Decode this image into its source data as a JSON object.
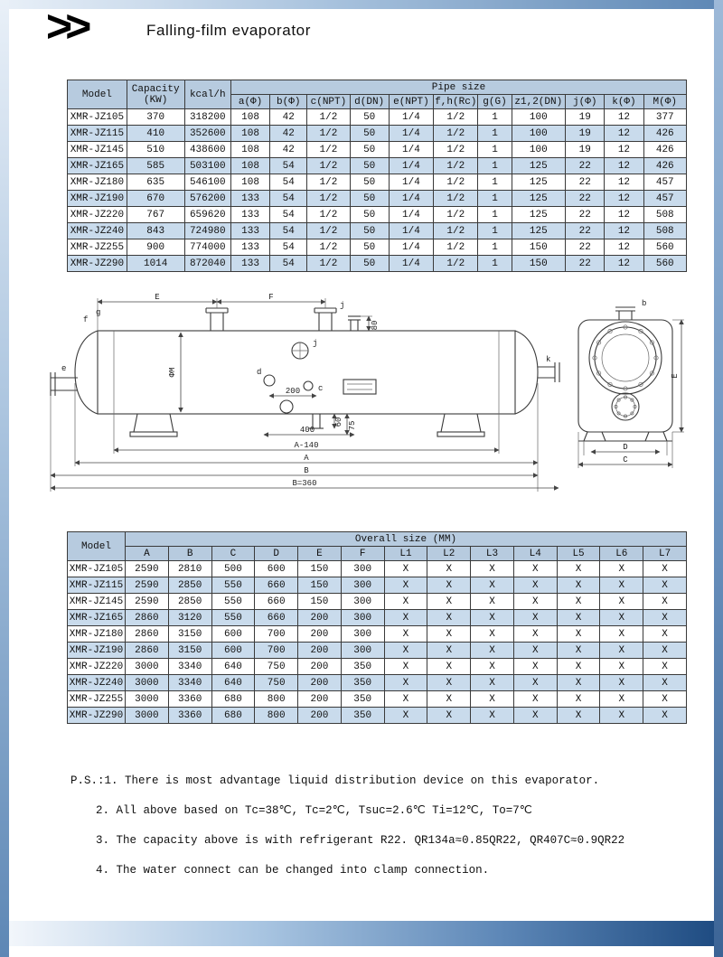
{
  "page": {
    "logo": ">>",
    "title": "Falling-film evaporator"
  },
  "pipe_table": {
    "title": "Pipe size",
    "col_model": "Model",
    "col_capacity_1": "Capacity",
    "col_capacity_2": "(KW)",
    "col_kcal": "kcal/h",
    "columns": [
      "a(Φ)",
      "b(Φ)",
      "c(NPT)",
      "d(DN)",
      "e(NPT)",
      "f,h(Rc)",
      "g(G)",
      "z1,2(DN)",
      "j(Φ)",
      "k(Φ)",
      "M(Φ)"
    ],
    "rows": [
      [
        "XMR-JZ105",
        "370",
        "318200",
        "108",
        "42",
        "1/2",
        "50",
        "1/4",
        "1/2",
        "1",
        "100",
        "19",
        "12",
        "377"
      ],
      [
        "XMR-JZ115",
        "410",
        "352600",
        "108",
        "42",
        "1/2",
        "50",
        "1/4",
        "1/2",
        "1",
        "100",
        "19",
        "12",
        "426"
      ],
      [
        "XMR-JZ145",
        "510",
        "438600",
        "108",
        "42",
        "1/2",
        "50",
        "1/4",
        "1/2",
        "1",
        "100",
        "19",
        "12",
        "426"
      ],
      [
        "XMR-JZ165",
        "585",
        "503100",
        "108",
        "54",
        "1/2",
        "50",
        "1/4",
        "1/2",
        "1",
        "125",
        "22",
        "12",
        "426"
      ],
      [
        "XMR-JZ180",
        "635",
        "546100",
        "108",
        "54",
        "1/2",
        "50",
        "1/4",
        "1/2",
        "1",
        "125",
        "22",
        "12",
        "457"
      ],
      [
        "XMR-JZ190",
        "670",
        "576200",
        "133",
        "54",
        "1/2",
        "50",
        "1/4",
        "1/2",
        "1",
        "125",
        "22",
        "12",
        "457"
      ],
      [
        "XMR-JZ220",
        "767",
        "659620",
        "133",
        "54",
        "1/2",
        "50",
        "1/4",
        "1/2",
        "1",
        "125",
        "22",
        "12",
        "508"
      ],
      [
        "XMR-JZ240",
        "843",
        "724980",
        "133",
        "54",
        "1/2",
        "50",
        "1/4",
        "1/2",
        "1",
        "125",
        "22",
        "12",
        "508"
      ],
      [
        "XMR-JZ255",
        "900",
        "774000",
        "133",
        "54",
        "1/2",
        "50",
        "1/4",
        "1/2",
        "1",
        "150",
        "22",
        "12",
        "560"
      ],
      [
        "XMR-JZ290",
        "1014",
        "872040",
        "133",
        "54",
        "1/2",
        "50",
        "1/4",
        "1/2",
        "1",
        "150",
        "22",
        "12",
        "560"
      ]
    ]
  },
  "size_table": {
    "title": "Overall size (MM)",
    "col_model": "Model",
    "columns": [
      "A",
      "B",
      "C",
      "D",
      "E",
      "F",
      "L1",
      "L2",
      "L3",
      "L4",
      "L5",
      "L6",
      "L7"
    ],
    "rows": [
      [
        "XMR-JZ105",
        "2590",
        "2810",
        "500",
        "600",
        "150",
        "300",
        "X",
        "X",
        "X",
        "X",
        "X",
        "X",
        "X"
      ],
      [
        "XMR-JZ115",
        "2590",
        "2850",
        "550",
        "660",
        "150",
        "300",
        "X",
        "X",
        "X",
        "X",
        "X",
        "X",
        "X"
      ],
      [
        "XMR-JZ145",
        "2590",
        "2850",
        "550",
        "660",
        "150",
        "300",
        "X",
        "X",
        "X",
        "X",
        "X",
        "X",
        "X"
      ],
      [
        "XMR-JZ165",
        "2860",
        "3120",
        "550",
        "660",
        "200",
        "300",
        "X",
        "X",
        "X",
        "X",
        "X",
        "X",
        "X"
      ],
      [
        "XMR-JZ180",
        "2860",
        "3150",
        "600",
        "700",
        "200",
        "300",
        "X",
        "X",
        "X",
        "X",
        "X",
        "X",
        "X"
      ],
      [
        "XMR-JZ190",
        "2860",
        "3150",
        "600",
        "700",
        "200",
        "300",
        "X",
        "X",
        "X",
        "X",
        "X",
        "X",
        "X"
      ],
      [
        "XMR-JZ220",
        "3000",
        "3340",
        "640",
        "750",
        "200",
        "350",
        "X",
        "X",
        "X",
        "X",
        "X",
        "X",
        "X"
      ],
      [
        "XMR-JZ240",
        "3000",
        "3340",
        "640",
        "750",
        "200",
        "350",
        "X",
        "X",
        "X",
        "X",
        "X",
        "X",
        "X"
      ],
      [
        "XMR-JZ255",
        "3000",
        "3360",
        "680",
        "800",
        "200",
        "350",
        "X",
        "X",
        "X",
        "X",
        "X",
        "X",
        "X"
      ],
      [
        "XMR-JZ290",
        "3000",
        "3360",
        "680",
        "800",
        "200",
        "350",
        "X",
        "X",
        "X",
        "X",
        "X",
        "X",
        "X"
      ]
    ]
  },
  "drawing": {
    "dim_E": "E",
    "dim_F": "F",
    "dim_80": "80",
    "dim_phiM": "ΦM",
    "dim_200": "200",
    "dim_400": "400",
    "dim_60": "60",
    "dim_75": "75",
    "dim_A140": "A-140",
    "dim_A": "A",
    "dim_B": "B",
    "dim_B360": "B=360",
    "lbl_f": "f",
    "lbl_g": "g",
    "lbl_j_top": "j",
    "lbl_j_mid": "j",
    "lbl_c": "c",
    "lbl_d": "d",
    "lbl_e": "e",
    "lbl_k": "k",
    "lbl_b": "b",
    "end_dim_C": "C",
    "end_dim_D": "D",
    "end_dim_E": "E"
  },
  "notes": {
    "lines": [
      "P.S.:1. There is most advantage liquid distribution device on this evaporator.",
      "2. All above based on Tc=38℃, Tc=2℃, Tsuc=2.6℃ Ti=12℃, To=7℃",
      "3. The capacity above is with refrigerant R22. QR134a≈0.85QR22, QR407C≈0.9QR22",
      "4. The water connect can be changed into clamp connection."
    ]
  },
  "colors": {
    "frame_blue": "#5d87b5",
    "header_bg": "#b7cbdf",
    "row_alt": "#c9dbec",
    "line_color": "#3a3a3a"
  }
}
